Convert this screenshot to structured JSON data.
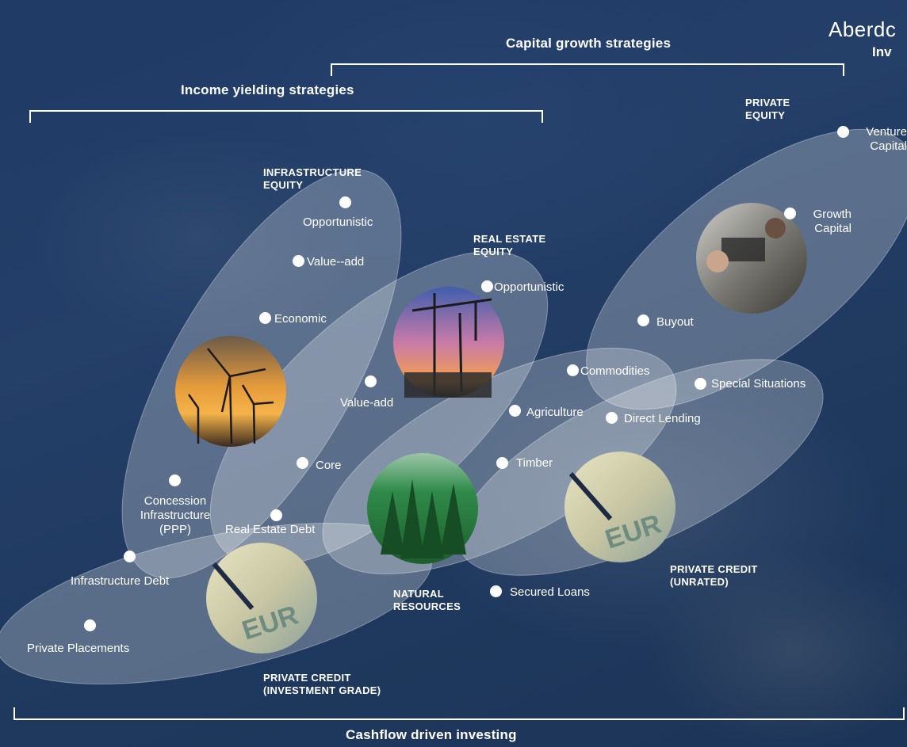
{
  "headers": {
    "capital_growth": "Capital growth strategies",
    "income_yielding": "Income yielding strategies",
    "cashflow": "Cashflow driven investing"
  },
  "logo": {
    "line1": "Aberdc",
    "line2": "Inv"
  },
  "categories": {
    "infrastructure_equity": [
      "INFRASTRUCTURE",
      "EQUITY"
    ],
    "real_estate_equity": [
      "REAL ESTATE",
      "EQUITY"
    ],
    "private_equity": [
      "PRIVATE",
      "EQUITY"
    ],
    "natural_resources": [
      "NATURAL",
      "RESOURCES"
    ],
    "private_credit_unrated": [
      "PRIVATE CREDIT",
      "(UNRATED)"
    ],
    "private_credit_ig": [
      "PRIVATE CREDIT",
      "(INVESTMENT GRADE)"
    ]
  },
  "strategies": {
    "infra_opportunistic": "Opportunistic",
    "infra_value_add": "Value--add",
    "infra_economic": "Economic",
    "concession": [
      "Concession",
      "Infrastructure",
      "(PPP)"
    ],
    "infrastructure_debt": "Infrastructure Debt",
    "private_placements": "Private Placements",
    "re_opportunistic": "Opportunistic",
    "re_value_add": "Value-add",
    "re_core": "Core",
    "real_estate_debt": "Real Estate Debt",
    "venture_capital": [
      "Venture",
      "Capital"
    ],
    "growth_capital": [
      "Growth",
      "Capital"
    ],
    "buyout": "Buyout",
    "commodities": "Commodities",
    "special_situations": "Special Situations",
    "agriculture": "Agriculture",
    "direct_lending": "Direct Lending",
    "timber": "Timber",
    "secured_loans": "Secured Loans"
  },
  "images": {
    "wind_turbines": "wind-turbines-photo",
    "construction_crane": "construction-crane-photo",
    "forest": "forest-photo",
    "office_workers": "office-workers-photo",
    "euro_note_pen_1": "euro-note-pen-photo",
    "euro_note_pen_2": "euro-note-pen-photo"
  },
  "colors": {
    "background": "#1f3b66",
    "ellipse_fill": "rgba(255,255,255,0.28)",
    "bracket": "#ffffff",
    "text": "#ffffff"
  }
}
